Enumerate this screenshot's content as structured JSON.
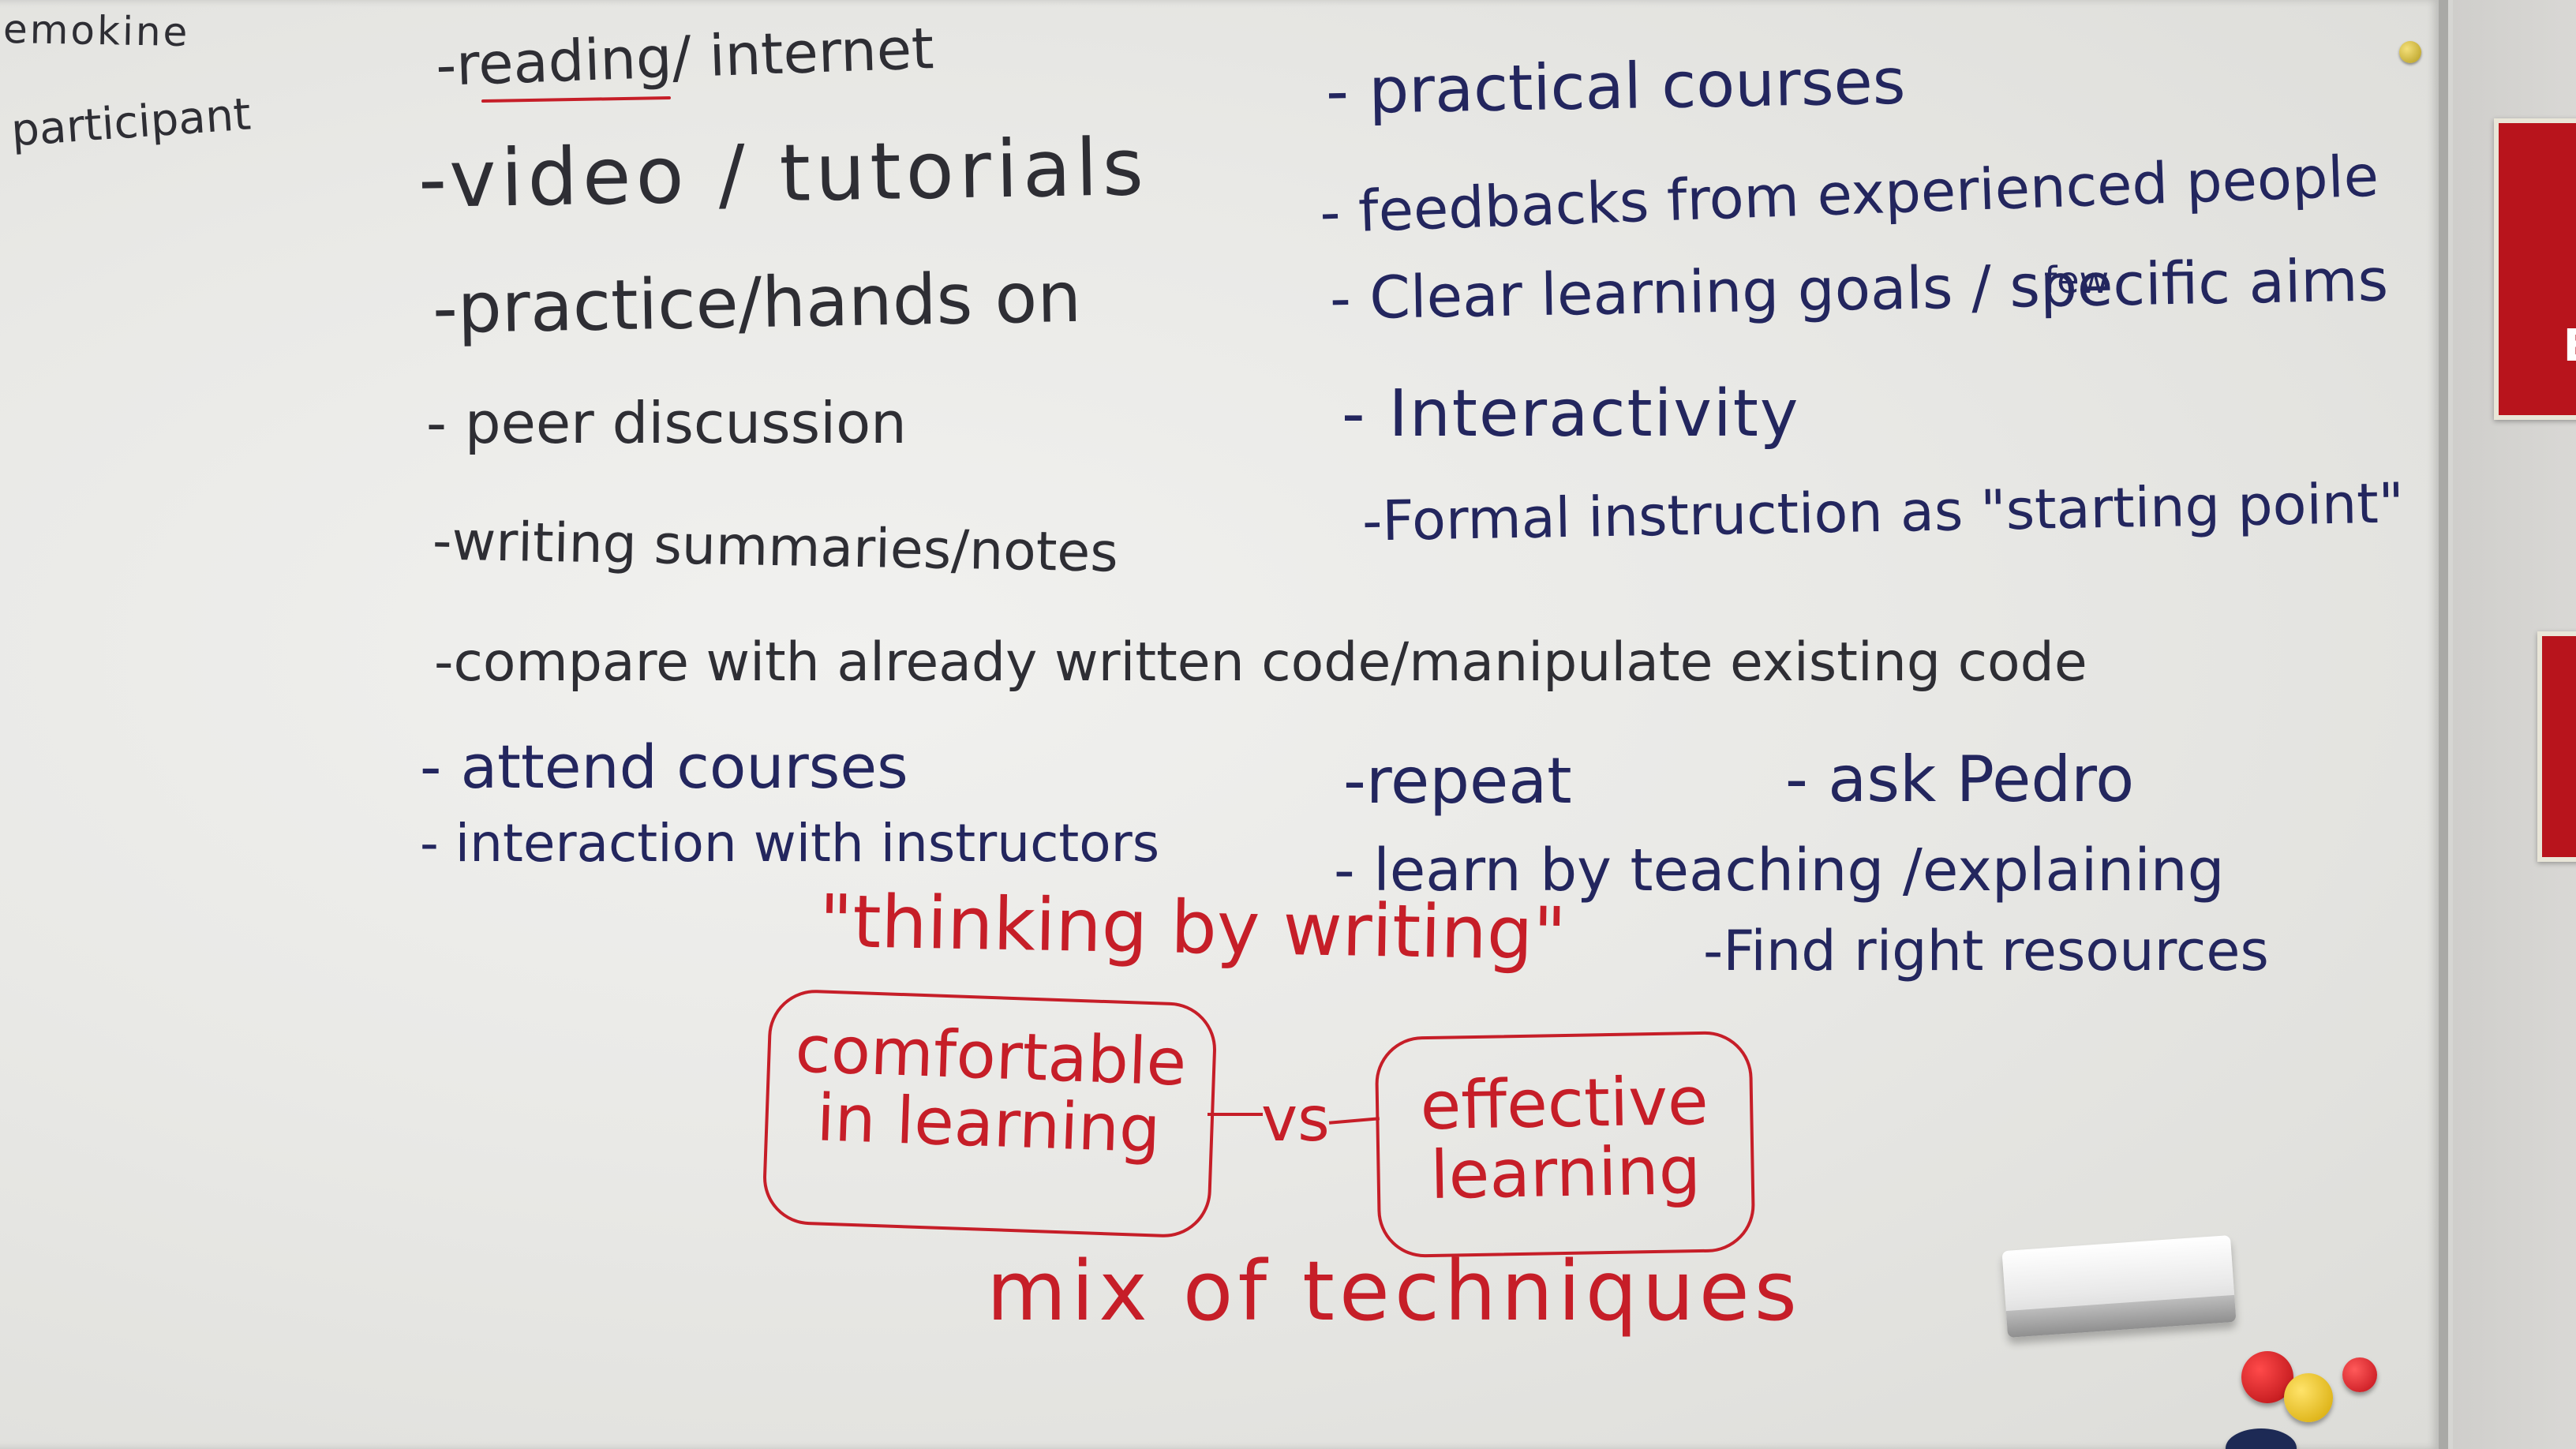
{
  "top_left": {
    "line1": "emokine",
    "line2": "participant"
  },
  "left_list": [
    "-reading/ internet",
    "-video / tutorials",
    "-practice/hands on",
    "- peer discussion",
    "-writing summaries/notes",
    "-compare with already written code/manipulate existing code",
    "- attend courses",
    "- interaction with instructors"
  ],
  "right_list": {
    "r1": "- practical courses",
    "r2": "- feedbacks from experienced people",
    "r3": "- Clear learning goals / specific aims",
    "r3_insert": "few",
    "r4": "- Interactivity",
    "r5": "-Formal instruction as \"starting point\""
  },
  "middle_items": {
    "repeat": "-repeat",
    "ask": "- ask Pedro",
    "teach": "- learn by teaching /explaining",
    "resources": "-Find right resources"
  },
  "red_notes": {
    "quote": "\"thinking by writing\"",
    "box_left": [
      "comfortable",
      "in learning"
    ],
    "vs": "vs",
    "box_right": [
      "effective",
      "learning"
    ],
    "mix": "mix of techniques"
  },
  "colors": {
    "black_ink": "#2e2e34",
    "blue_ink": "#23265e",
    "red_ink": "#c61e28",
    "poster_red": "#b8141c"
  },
  "poster": {
    "letter1": "E"
  }
}
